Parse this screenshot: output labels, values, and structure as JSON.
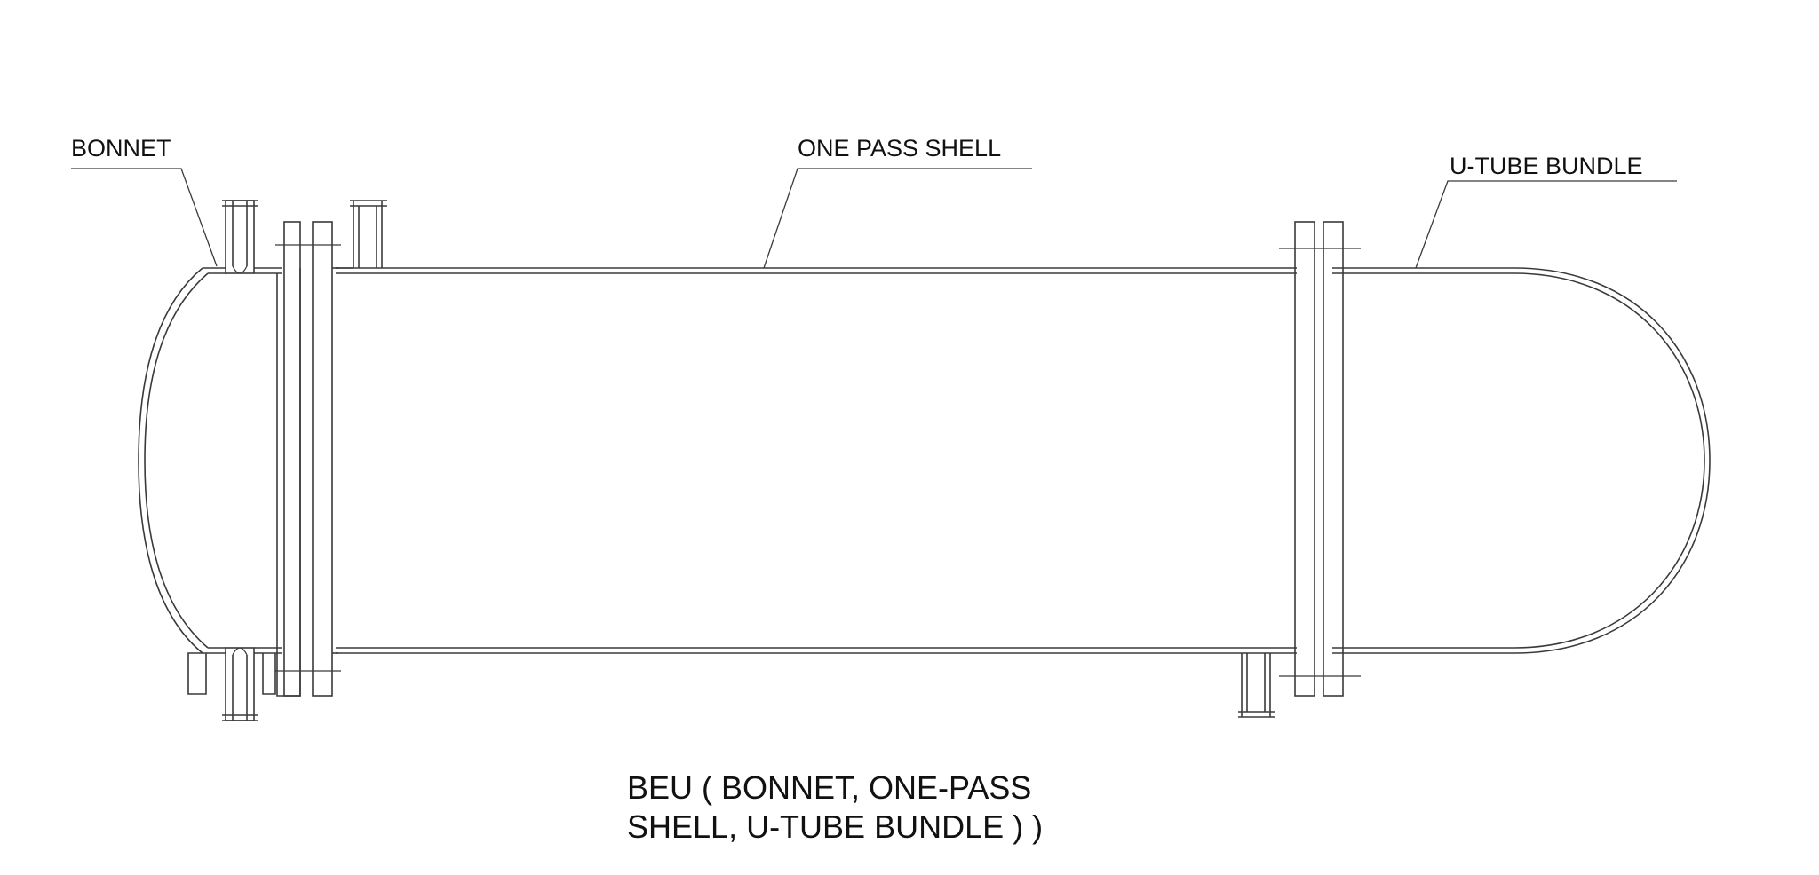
{
  "labels": {
    "bonnet": "BONNET",
    "shell": "ONE PASS SHELL",
    "bundle": "U-TUBE BUNDLE"
  },
  "caption": {
    "line1": "BEU ( BONNET, ONE-PASS",
    "line2": "SHELL, U-TUBE BUNDLE ) )"
  }
}
